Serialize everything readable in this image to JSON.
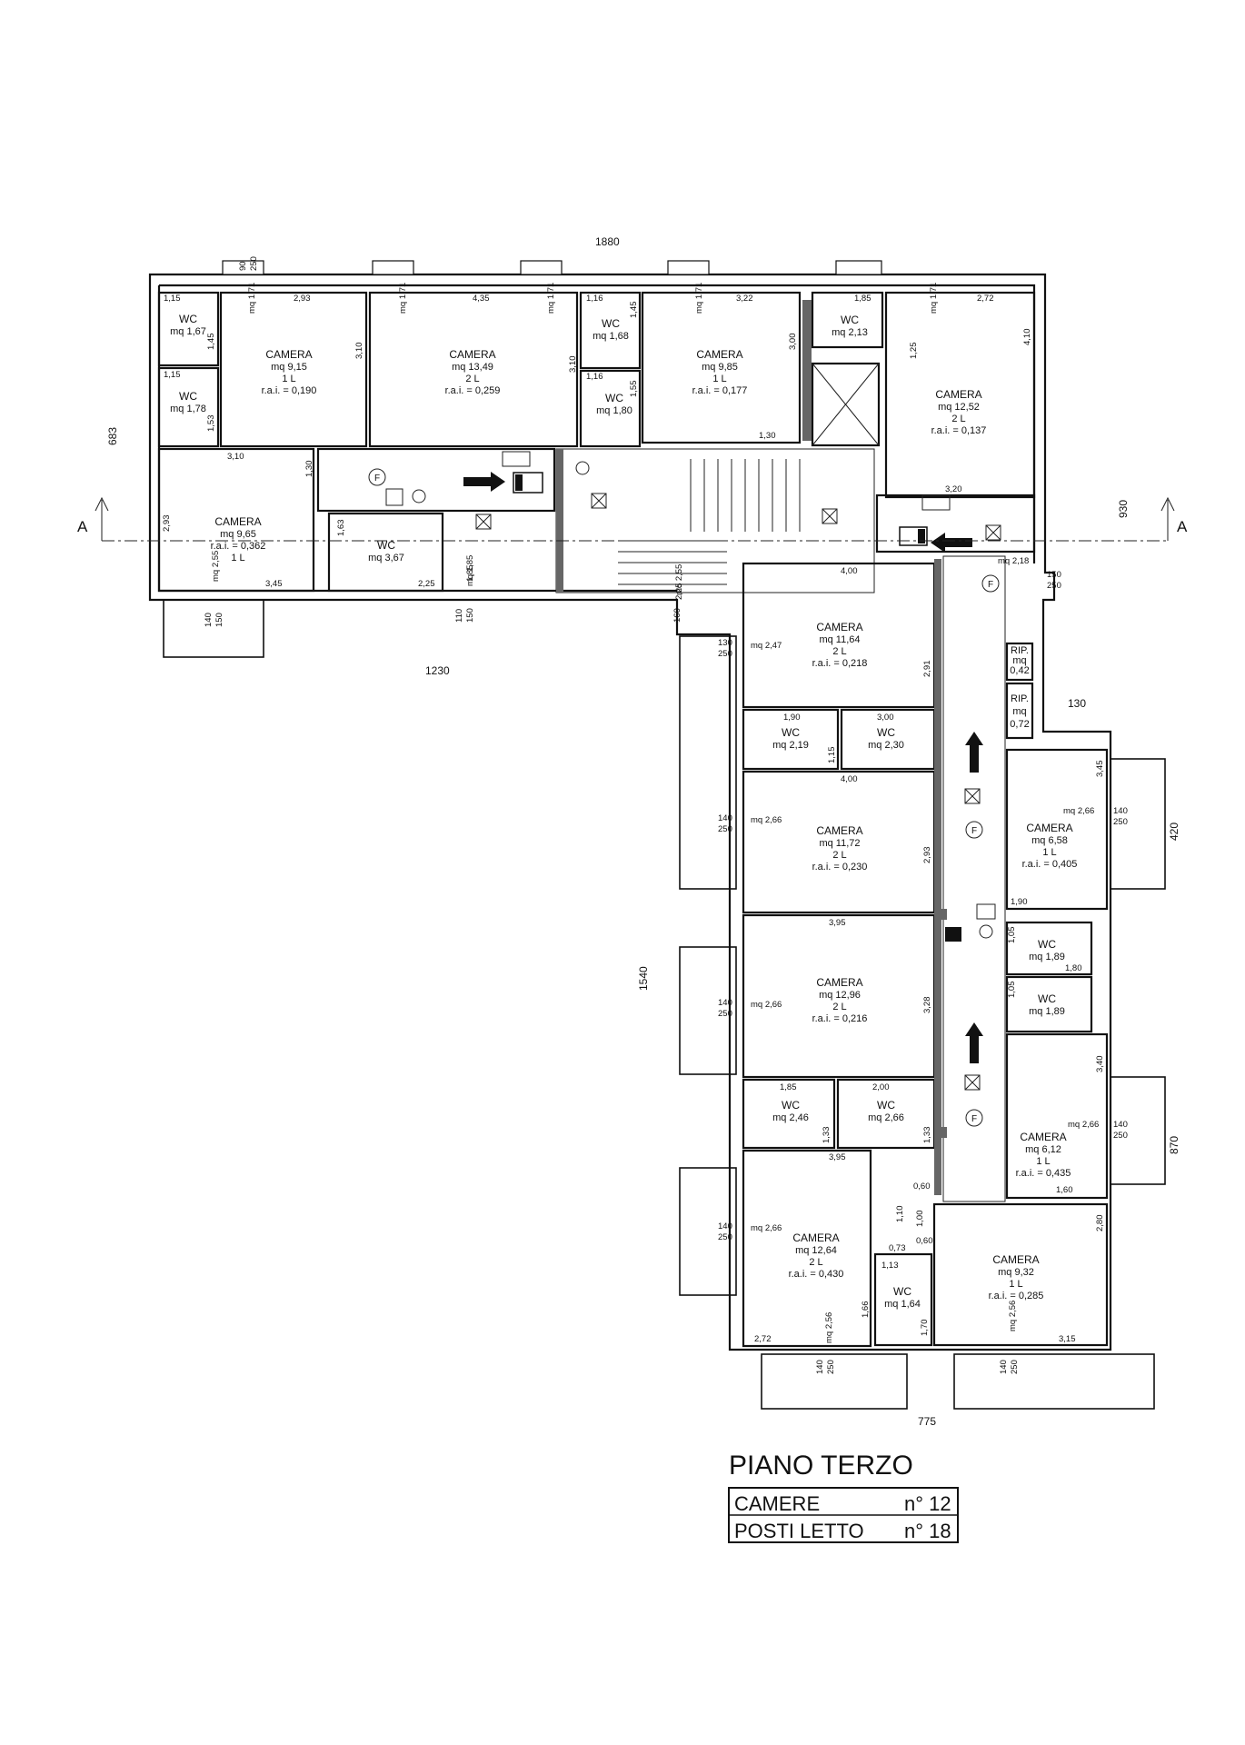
{
  "title": "PIANO TERZO",
  "summary": [
    {
      "label": "CAMERE",
      "value": "n° 12"
    },
    {
      "label": "POSTI LETTO",
      "value": "n° 18"
    }
  ],
  "overall_dimensions": {
    "top": "1880",
    "bottom_left": "1230",
    "left": "683",
    "right_top": "930",
    "right_mid": "420",
    "right_low": "870",
    "bottom": "775",
    "center_left": "1540",
    "step_right": "130"
  },
  "section_markers": {
    "left": "A",
    "right": "A"
  },
  "rooms": [
    {
      "id": "wc-1",
      "name": "WC",
      "area": "mq 1,67"
    },
    {
      "id": "wc-2",
      "name": "WC",
      "area": "mq 1,78"
    },
    {
      "id": "camera-1",
      "name": "CAMERA",
      "area": "mq 9,15",
      "beds": "1 L",
      "rai": "r.a.i. = 0,190"
    },
    {
      "id": "camera-2",
      "name": "CAMERA",
      "area": "mq 13,49",
      "beds": "2 L",
      "rai": "r.a.i. = 0,259"
    },
    {
      "id": "wc-3",
      "name": "WC",
      "area": "mq 1,68"
    },
    {
      "id": "wc-4",
      "name": "WC",
      "area": "mq 1,80"
    },
    {
      "id": "camera-3",
      "name": "CAMERA",
      "area": "mq 9,85",
      "beds": "1 L",
      "rai": "r.a.i. = 0,177"
    },
    {
      "id": "wc-5",
      "name": "WC",
      "area": "mq 2,13"
    },
    {
      "id": "camera-4",
      "name": "CAMERA",
      "area": "mq 12,52",
      "beds": "2 L",
      "rai": "r.a.i. = 0,137"
    },
    {
      "id": "camera-5",
      "name": "CAMERA",
      "area": "mq 9,65",
      "beds": "1 L",
      "rai": "r.a.i. = 0,362"
    },
    {
      "id": "wc-6",
      "name": "WC",
      "area": "mq 3,67"
    },
    {
      "id": "camera-6",
      "name": "CAMERA",
      "area": "mq 11,64",
      "beds": "2 L",
      "rai": "r.a.i. = 0,218"
    },
    {
      "id": "wc-7",
      "name": "WC",
      "area": "mq 2,19"
    },
    {
      "id": "wc-8",
      "name": "WC",
      "area": "mq 2,30"
    },
    {
      "id": "camera-7",
      "name": "CAMERA",
      "area": "mq 11,72",
      "beds": "2 L",
      "rai": "r.a.i. = 0,230"
    },
    {
      "id": "camera-8",
      "name": "CAMERA",
      "area": "mq 12,96",
      "beds": "2 L",
      "rai": "r.a.i. = 0,216"
    },
    {
      "id": "wc-9",
      "name": "WC",
      "area": "mq 2,46"
    },
    {
      "id": "wc-10",
      "name": "WC",
      "area": "mq 2,66"
    },
    {
      "id": "camera-9",
      "name": "CAMERA",
      "area": "mq 12,64",
      "beds": "2 L",
      "rai": "r.a.i. = 0,430"
    },
    {
      "id": "wc-11",
      "name": "WC",
      "area": "mq 1,64"
    },
    {
      "id": "camera-10",
      "name": "CAMERA",
      "area": "mq 9,32",
      "beds": "1 L",
      "rai": "r.a.i. = 0,285"
    },
    {
      "id": "rip-1",
      "name": "RIP.",
      "area_line1": "mq",
      "area_line2": "0,42"
    },
    {
      "id": "rip-2",
      "name": "RIP.",
      "area_line1": "mq",
      "area_line2": "0,72"
    },
    {
      "id": "camera-11",
      "name": "CAMERA",
      "area": "mq 6,58",
      "beds": "1 L",
      "rai": "r.a.i. = 0,405"
    },
    {
      "id": "wc-12",
      "name": "WC",
      "area": "mq 1,89"
    },
    {
      "id": "wc-13",
      "name": "WC",
      "area": "mq 1,89"
    },
    {
      "id": "camera-12",
      "name": "CAMERA",
      "area": "mq 6,12",
      "beds": "1 L",
      "rai": "r.a.i. = 0,435"
    }
  ],
  "room_dimensions": [
    "1,15",
    "1,45",
    "1,15",
    "1,53",
    "2,93",
    "3,10",
    "4,35",
    "1,16",
    "1,45",
    "1,16",
    "1,55",
    "3,10",
    "3,22",
    "3,00",
    "1,30",
    "1,85",
    "1,25",
    "2,72",
    "4,10",
    "3,20",
    "3,10",
    "1,30",
    "2,93",
    "3,45",
    "1,63",
    "2,25",
    "1,85",
    "2,25",
    "4,00",
    "2,91",
    "1,90",
    "3,00",
    "1,15",
    "4,00",
    "2,93",
    "3,95",
    "3,28",
    "1,85",
    "2,00",
    "1,33",
    "1,33",
    "3,95",
    "0,60",
    "1,10",
    "1,00",
    "0,73",
    "0,60",
    "1,13",
    "1,66",
    "1,70",
    "2,72",
    "2,80",
    "3,15",
    "3,45",
    "1,90",
    "1,05",
    "1,80",
    "1,05",
    "3,40",
    "1,60",
    "mq 2,18"
  ],
  "window_labels": [
    "mq 1,71",
    "mq 1,71",
    "mq 1,71",
    "mq 1,71",
    "mq 1,71",
    "mq 2,55",
    "mq 1,85",
    "mq 2,55",
    "mq 2,47",
    "mq 2,66",
    "mq 2,66",
    "mq 2,66",
    "mq 2,66",
    "mq 2,66",
    "mq 2,56",
    "mq 2,56"
  ],
  "window_sizes": [
    "90",
    "250",
    "130",
    "250",
    "140",
    "250",
    "140",
    "250",
    "140",
    "250",
    "140",
    "250",
    "140",
    "250",
    "140",
    "250",
    "140",
    "250",
    "150",
    "250",
    "110",
    "150",
    "140",
    "150",
    "160"
  ],
  "symbols": {
    "fire_extinguisher": "F"
  }
}
